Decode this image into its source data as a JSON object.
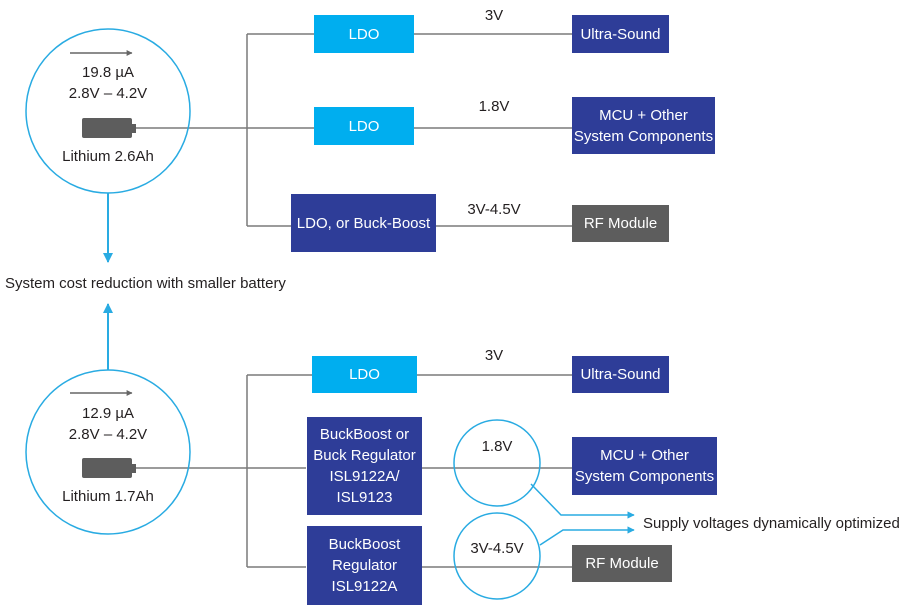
{
  "colors": {
    "ldo": "#00aeef",
    "regulator": "#2e3d98",
    "rf": "#5d5d5d",
    "highlight": "#29abe2",
    "wire": "#7a7a7a"
  },
  "top": {
    "battery": {
      "current": "19.8 µA",
      "voltage": "2.8V – 4.2V",
      "label": "Lithium 2.6Ah",
      "icon": "battery-icon"
    },
    "regulators": [
      "LDO",
      "LDO",
      "LDO, or Buck-Boost"
    ],
    "voltages": [
      "3V",
      "1.8V",
      "3V-4.5V"
    ],
    "loads": [
      "Ultra-Sound",
      "MCU + Other\nSystem Components",
      "RF Module"
    ]
  },
  "middle_label": "System cost reduction with smaller battery",
  "bottom": {
    "battery": {
      "current": "12.9 µA",
      "voltage": "2.8V – 4.2V",
      "label": "Lithium 1.7Ah",
      "icon": "battery-icon"
    },
    "regulators": [
      "LDO",
      "BuckBoost or\nBuck Regulator\nISL9122A/\nISL9123",
      "BuckBoost\nRegulator\nISL9122A"
    ],
    "voltages": [
      "3V",
      "1.8V",
      "3V-4.5V"
    ],
    "loads": [
      "Ultra-Sound",
      "MCU + Other\nSystem Components",
      "RF Module"
    ],
    "callout": "Supply voltages dynamically optimized"
  }
}
